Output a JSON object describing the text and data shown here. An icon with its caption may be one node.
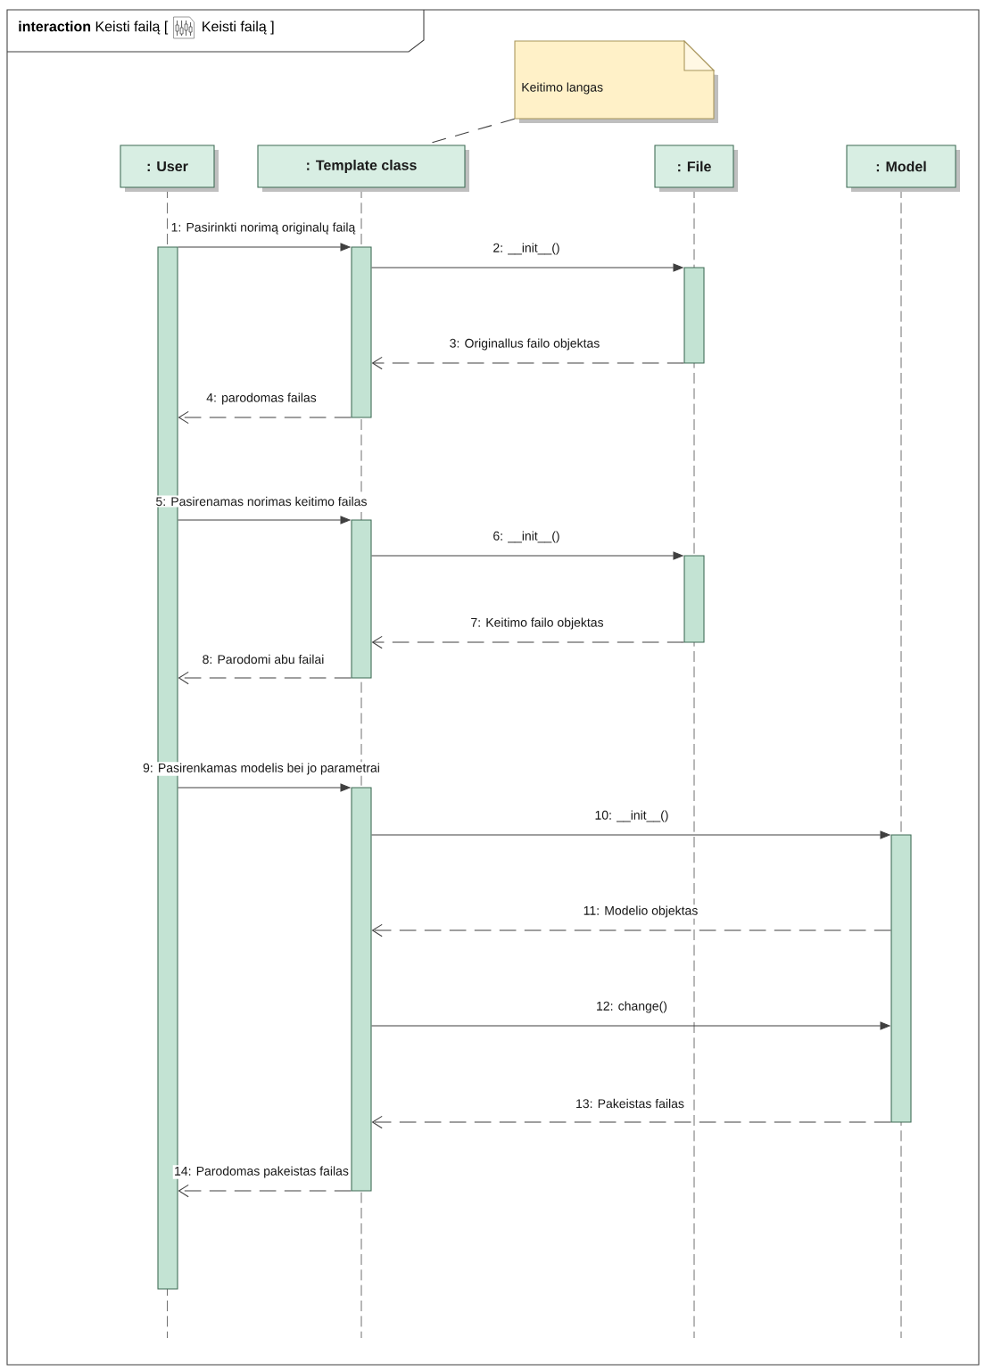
{
  "diagram": {
    "nodes": [
      {
        "text": [
          "**interaction** Keisti failą [",
          "Keisti failą ]"
        ]
      },
      {
        "text": [
          "Keitimo langas"
        ],
        "in": 0
      },
      {
        "text": [
          ": User"
        ],
        "in": 0
      },
      {
        "text": [
          ": Template class"
        ],
        "in": 0
      },
      {
        "text": [
          ": File"
        ],
        "in": 0
      },
      {
        "text": [
          ": Model"
        ],
        "in": 0
      },
      {
        "text": [],
        "shape": "bar",
        "in": 0
      },
      {
        "text": [],
        "shape": "bar",
        "in": 0
      },
      {
        "text": [],
        "shape": "bar",
        "in": 0
      },
      {
        "text": [],
        "shape": "bar",
        "in": 0
      },
      {
        "text": [],
        "shape": "bar",
        "in": 0
      },
      {
        "text": [],
        "shape": "bar",
        "in": 0
      },
      {
        "text": [],
        "shape": "bar",
        "in": 0
      }
    ],
    "edges": [
      {
        "from": 1,
        "to": 3,
        "arrow": "none",
        "style": "dashed"
      },
      {
        "from": 6,
        "to": 7,
        "arrow": "to",
        "label": "1: Pasirinkti norimą originalų failą"
      },
      {
        "from": 7,
        "to": 10,
        "arrow": "to",
        "label": "2: __init__()"
      },
      {
        "from": 10,
        "to": 7,
        "arrow": "to",
        "style": "dashed",
        "label": "3: Originallus failo objektas"
      },
      {
        "from": 7,
        "to": 6,
        "arrow": "to",
        "style": "dashed",
        "label": "4: parodomas failas"
      },
      {
        "from": 6,
        "to": 8,
        "arrow": "to",
        "label": "5: Pasirenamas norimas keitimo failas"
      },
      {
        "from": 8,
        "to": 11,
        "arrow": "to",
        "label": "6: __init__()"
      },
      {
        "from": 11,
        "to": 8,
        "arrow": "to",
        "style": "dashed",
        "label": "7: Keitimo failo objektas"
      },
      {
        "from": 8,
        "to": 6,
        "arrow": "to",
        "style": "dashed",
        "label": "8: Parodomi abu failai"
      },
      {
        "from": 6,
        "to": 9,
        "arrow": "to",
        "label": "9: Pasirenkamas modelis bei jo parametrai"
      },
      {
        "from": 9,
        "to": 12,
        "arrow": "to",
        "label": "10: __init__()"
      },
      {
        "from": 12,
        "to": 9,
        "arrow": "to",
        "style": "dashed",
        "label": "11: Modelio objektas"
      },
      {
        "from": 9,
        "to": 12,
        "arrow": "to",
        "label": "12: change()"
      },
      {
        "from": 12,
        "to": 9,
        "arrow": "to",
        "style": "dashed",
        "label": "13: Pakeistas failas"
      },
      {
        "from": 9,
        "to": 6,
        "arrow": "to",
        "style": "dashed",
        "label": "14: Parodomas pakeistas failas"
      }
    ]
  }
}
